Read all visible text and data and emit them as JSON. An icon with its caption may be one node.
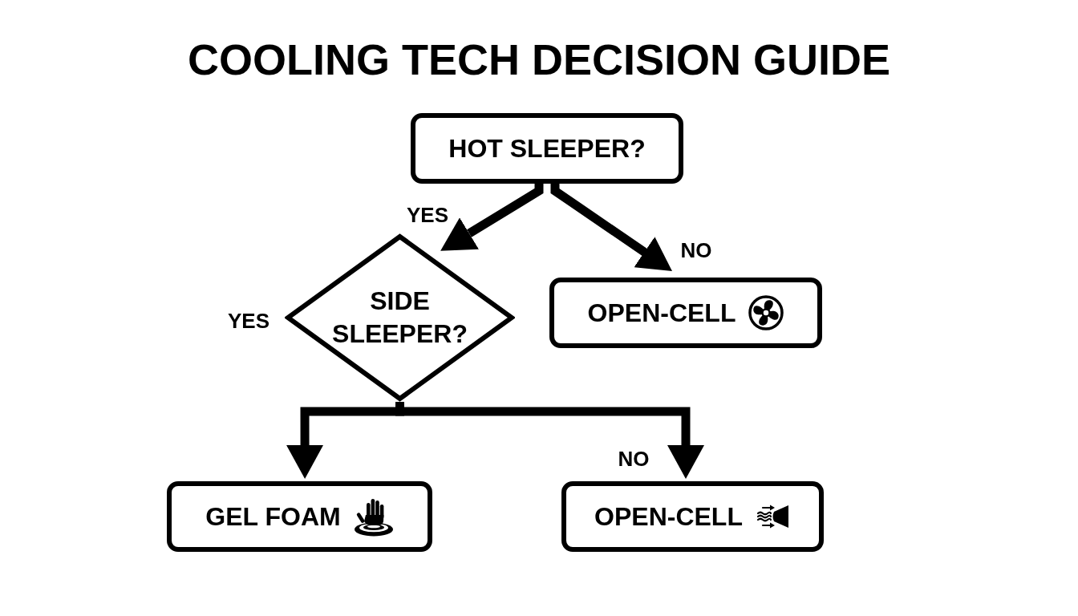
{
  "diagram": {
    "title": "COOLING TECH DECISION GUIDE",
    "nodes": [
      {
        "text": [
          "HOT SLEEPER?"
        ]
      },
      {
        "text": [
          "SIDE SLEEPER?"
        ]
      },
      {
        "text": [
          "OPEN-CELL"
        ]
      },
      {
        "text": [
          "GEL FOAM"
        ]
      },
      {
        "text": [
          "OPEN-CELL"
        ]
      }
    ],
    "edges": [
      {
        "from": 0,
        "to": 1,
        "arrow": "to",
        "label": "YES"
      },
      {
        "from": 0,
        "to": 2,
        "arrow": "to",
        "label": "NO"
      },
      {
        "from": 1,
        "to": 3,
        "arrow": "to"
      },
      {
        "from": 1,
        "to": 4,
        "arrow": "to",
        "label": "NO"
      }
    ],
    "labels": [
      "YES"
    ]
  }
}
